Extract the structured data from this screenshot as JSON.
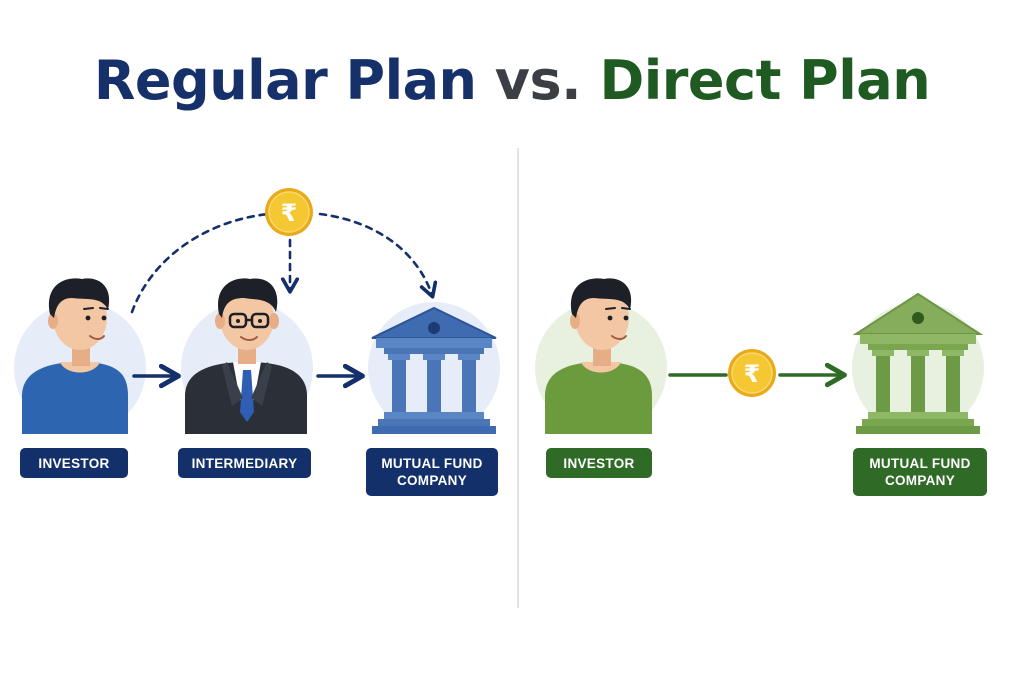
{
  "title": {
    "regular": "Regular Plan",
    "vs": "vs.",
    "direct": "Direct Plan"
  },
  "regular_plan": {
    "nodes": [
      {
        "label": "INVESTOR",
        "icon": "investor-person-icon"
      },
      {
        "label": "INTERMEDIARY",
        "icon": "intermediary-businessman-icon"
      },
      {
        "label_line1": "MUTUAL FUND",
        "label_line2": "COMPANY",
        "icon": "bank-building-icon"
      }
    ],
    "coin_symbol": "₹",
    "accent_color": "#13306b"
  },
  "direct_plan": {
    "nodes": [
      {
        "label": "INVESTOR",
        "icon": "investor-person-icon"
      },
      {
        "label_line1": "MUTUAL FUND",
        "label_line2": "COMPANY",
        "icon": "bank-building-icon"
      }
    ],
    "coin_symbol": "₹",
    "accent_color": "#2f6b26"
  },
  "colors": {
    "regular_title": "#16306a",
    "vs_text": "#3b3f44",
    "direct_title": "#1e5a22",
    "coin_gold": "#f2c230"
  }
}
